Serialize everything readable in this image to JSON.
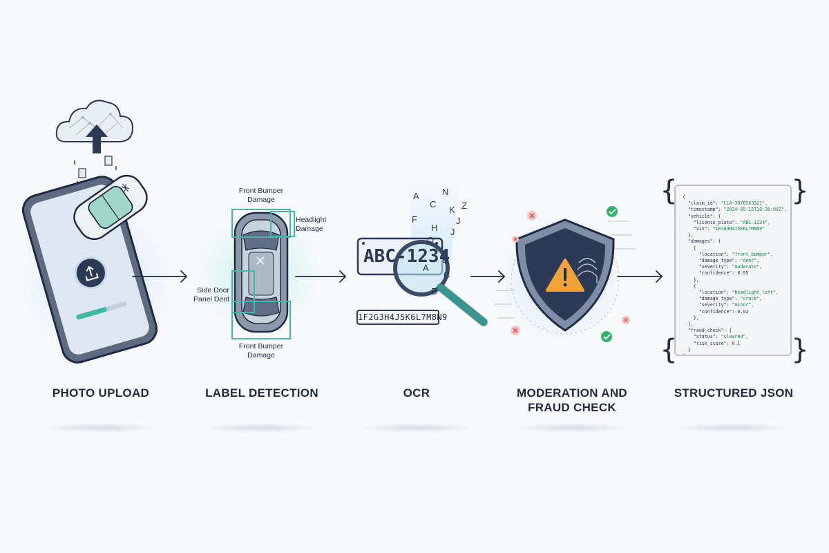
{
  "stages": [
    {
      "label": "PHOTO UPLOAD"
    },
    {
      "label": "LABEL DETECTION"
    },
    {
      "label": "OCR"
    },
    {
      "label": "MODERATION AND\nFRAUD CHECK"
    },
    {
      "label": "STRUCTURED JSON"
    }
  ],
  "detection": {
    "callouts": {
      "front_bumper_top": "Front Bumper\nDamage",
      "headlight": "Headlight\nDamage",
      "side_door": "Side Door\nPanel Dent",
      "front_bumper_bottom": "Front Bumper\nDamage"
    }
  },
  "ocr": {
    "plate_text": "ABC-1234",
    "vin_text": "1F2G3H4J5K6L7M8N9",
    "floating_letters": [
      "A",
      "N",
      "C",
      "K",
      "J",
      "F",
      "H",
      "Z",
      "Q",
      "J",
      "E",
      "C",
      "A",
      "B"
    ]
  },
  "json_output": {
    "lines": [
      {
        "t": "{"
      },
      {
        "k": "  \"claim_id\": ",
        "s": "\"CLA-3076543321\","
      },
      {
        "k": "  \"timestamp\": ",
        "s": "\"2024-05-15T10:30:00Z\","
      },
      {
        "k": "  \"vehicle\": {"
      },
      {
        "k": "    \"license_plate\": ",
        "s": "\"ABC-1234\","
      },
      {
        "k": "    \"vin\": ",
        "s": "\"1F2G3H4J5K6L7M8N9\""
      },
      {
        "k": "  },"
      },
      {
        "k": "  \"damages\": ["
      },
      {
        "k": "    {"
      },
      {
        "k": "      \"location\": ",
        "s": "\"front_bumper\","
      },
      {
        "k": "      \"damage_type\": ",
        "s": "\"dent\","
      },
      {
        "k": "      \"severity\": ",
        "s": "\"moderate\","
      },
      {
        "k": "      \"confidence\": ",
        "n": "0.95"
      },
      {
        "k": "    },"
      },
      {
        "k": "    {"
      },
      {
        "k": "      \"location\": ",
        "s": "\"headlight_left\","
      },
      {
        "k": "      \"damage_type\": ",
        "s": "\"crack\","
      },
      {
        "k": "      \"severity\": ",
        "s": "\"minor\","
      },
      {
        "k": "      \"confidence\": ",
        "n": "0.92"
      },
      {
        "k": "    },"
      },
      {
        "k": "  ],"
      },
      {
        "k": "  \"fraud_check\": {"
      },
      {
        "k": "    \"status\": ",
        "s": "\"cleared\","
      },
      {
        "k": "    \"risk_score\": ",
        "n": "0.1"
      },
      {
        "k": "  }"
      },
      {
        "t": "}"
      }
    ]
  },
  "colors": {
    "ink": "#1f2a44",
    "teal": "#3fb8a6",
    "accent_blue": "#3e6fb0",
    "warning": "#f0a23a",
    "error": "#e45555",
    "success": "#35b36b"
  }
}
